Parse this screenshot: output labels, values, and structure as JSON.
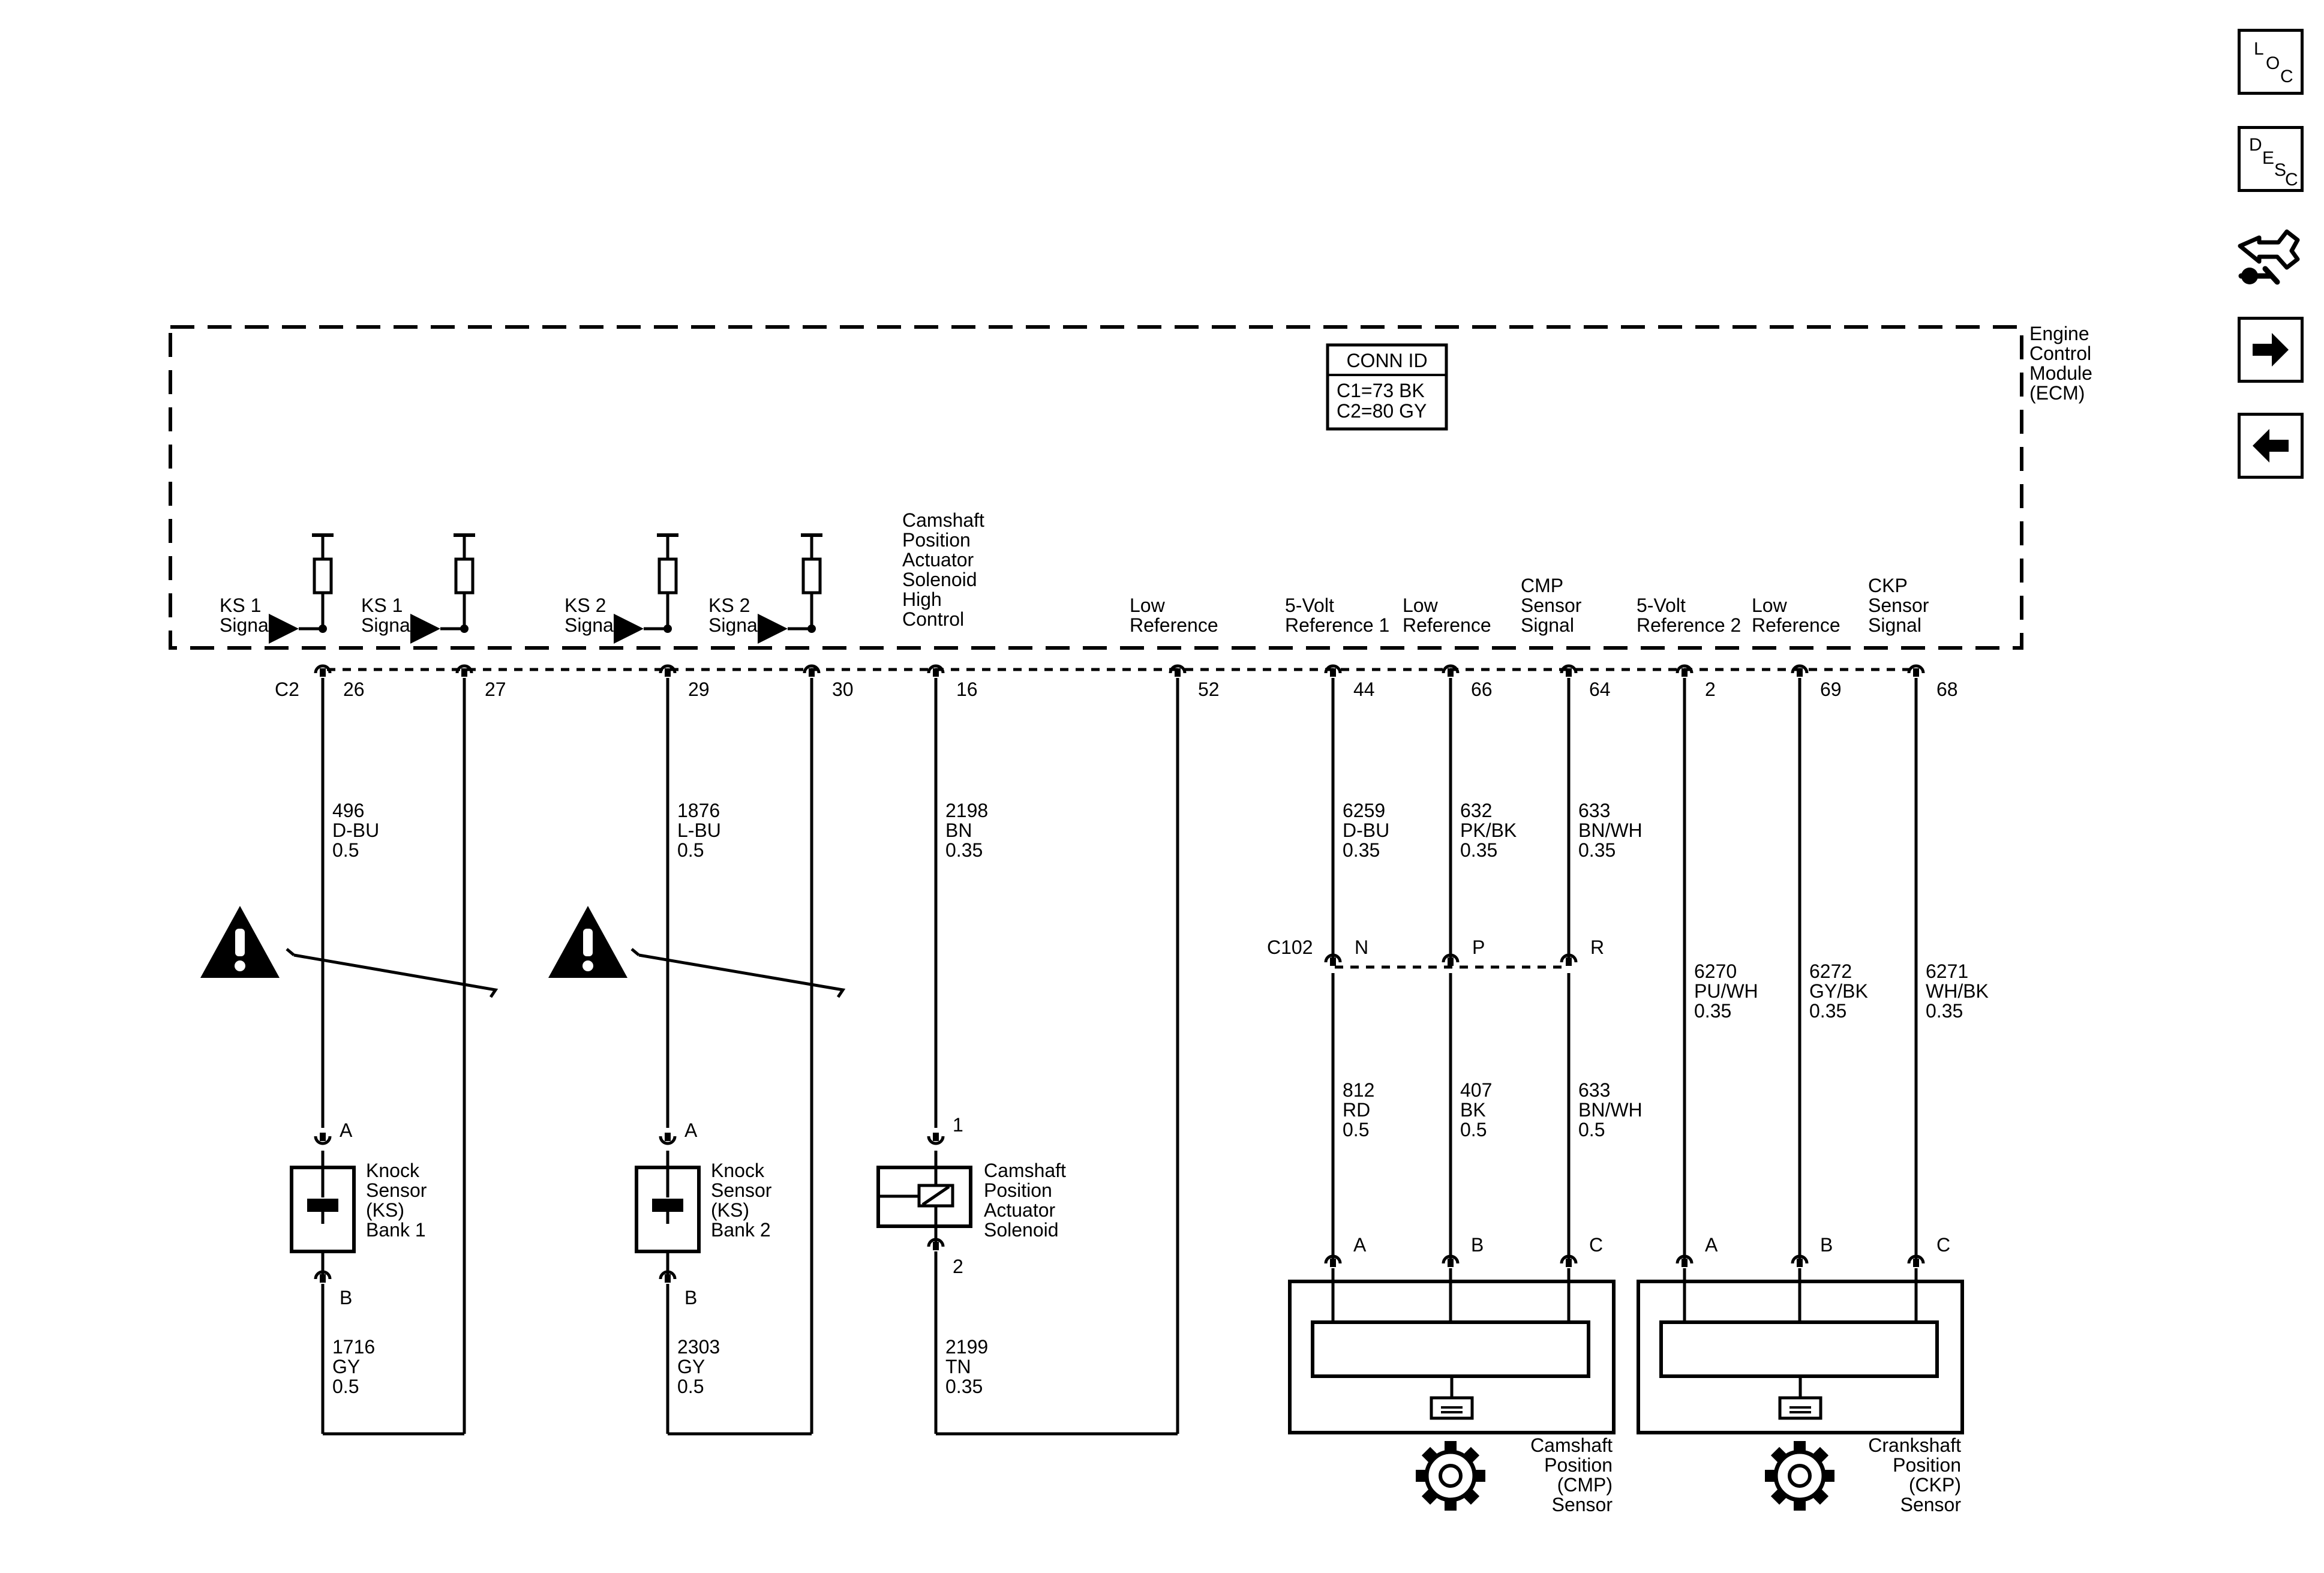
{
  "module": {
    "name_lines": [
      "Engine",
      "Control",
      "Module",
      "(ECM)"
    ],
    "conn_id": {
      "title": "CONN ID",
      "lines": [
        "C1=73 BK",
        "C2=80 GY"
      ]
    },
    "connector_label": "C2"
  },
  "ecm_pins": [
    {
      "pin": "26",
      "signal": [
        "KS 1",
        "Signal"
      ],
      "wire": [
        "496",
        "D-BU",
        "0.5"
      ]
    },
    {
      "pin": "27",
      "signal": [
        "KS 1",
        "Signal"
      ],
      "wire": []
    },
    {
      "pin": "29",
      "signal": [
        "KS 2",
        "Signal"
      ],
      "wire": [
        "1876",
        "L-BU",
        "0.5"
      ]
    },
    {
      "pin": "30",
      "signal": [
        "KS 2",
        "Signal"
      ],
      "wire": []
    },
    {
      "pin": "16",
      "signal": [
        "Camshaft",
        "Position",
        "Actuator",
        "Solenoid",
        "High",
        "Control"
      ],
      "wire": [
        "2198",
        "BN",
        "0.35"
      ]
    },
    {
      "pin": "52",
      "signal": [
        "Low",
        "Reference"
      ],
      "wire": []
    },
    {
      "pin": "44",
      "signal": [
        "5-Volt",
        "Reference 1"
      ],
      "wire": [
        "6259",
        "D-BU",
        "0.35"
      ]
    },
    {
      "pin": "66",
      "signal": [
        "Low",
        "Reference"
      ],
      "wire": [
        "632",
        "PK/BK",
        "0.35"
      ]
    },
    {
      "pin": "64",
      "signal": [
        "CMP",
        "Sensor",
        "Signal"
      ],
      "wire": [
        "633",
        "BN/WH",
        "0.35"
      ]
    },
    {
      "pin": "2",
      "signal": [
        "5-Volt",
        "Reference 2"
      ],
      "wire": [
        "6270",
        "PU/WH",
        "0.35"
      ]
    },
    {
      "pin": "69",
      "signal": [
        "Low",
        "Reference"
      ],
      "wire": [
        "6272",
        "GY/BK",
        "0.35"
      ]
    },
    {
      "pin": "68",
      "signal": [
        "CKP",
        "Sensor",
        "Signal"
      ],
      "wire": [
        "6271",
        "WH/BK",
        "0.35"
      ]
    }
  ],
  "inline_connector": {
    "name": "C102",
    "pins": [
      "N",
      "P",
      "R"
    ],
    "lower_wires": [
      [
        "812",
        "RD",
        "0.5"
      ],
      [
        "407",
        "BK",
        "0.5"
      ],
      [
        "633",
        "BN/WH",
        "0.5"
      ]
    ]
  },
  "components": [
    {
      "name": [
        "Knock",
        "Sensor",
        "(KS)",
        "Bank 1"
      ],
      "pins": [
        "A",
        "B"
      ],
      "return_wire": [
        "1716",
        "GY",
        "0.5"
      ]
    },
    {
      "name": [
        "Knock",
        "Sensor",
        "(KS)",
        "Bank 2"
      ],
      "pins": [
        "A",
        "B"
      ],
      "return_wire": [
        "2303",
        "GY",
        "0.5"
      ]
    },
    {
      "name": [
        "Camshaft",
        "Position",
        "Actuator",
        "Solenoid"
      ],
      "pins": [
        "1",
        "2"
      ],
      "return_wire": [
        "2199",
        "TN",
        "0.35"
      ]
    },
    {
      "name": [
        "Camshaft",
        "Position",
        "(CMP)",
        "Sensor"
      ],
      "pins": [
        "A",
        "B",
        "C"
      ]
    },
    {
      "name": [
        "Crankshaft",
        "Position",
        "(CKP)",
        "Sensor"
      ],
      "pins": [
        "A",
        "B",
        "C"
      ]
    }
  ],
  "icons": {
    "warning": "warning-triangle-icon",
    "gear": "gear-icon",
    "magnet": "magnetic-sensor-icon"
  },
  "nav_buttons": [
    {
      "id": "loc",
      "letters": [
        "L",
        "O",
        "C"
      ]
    },
    {
      "id": "desc",
      "letters": [
        "D",
        "E",
        "S",
        "C"
      ]
    },
    {
      "id": "diagnostic",
      "icon": "connector-wrench-icon"
    },
    {
      "id": "next",
      "icon": "arrow-right-icon"
    },
    {
      "id": "previous",
      "icon": "arrow-left-icon"
    }
  ]
}
